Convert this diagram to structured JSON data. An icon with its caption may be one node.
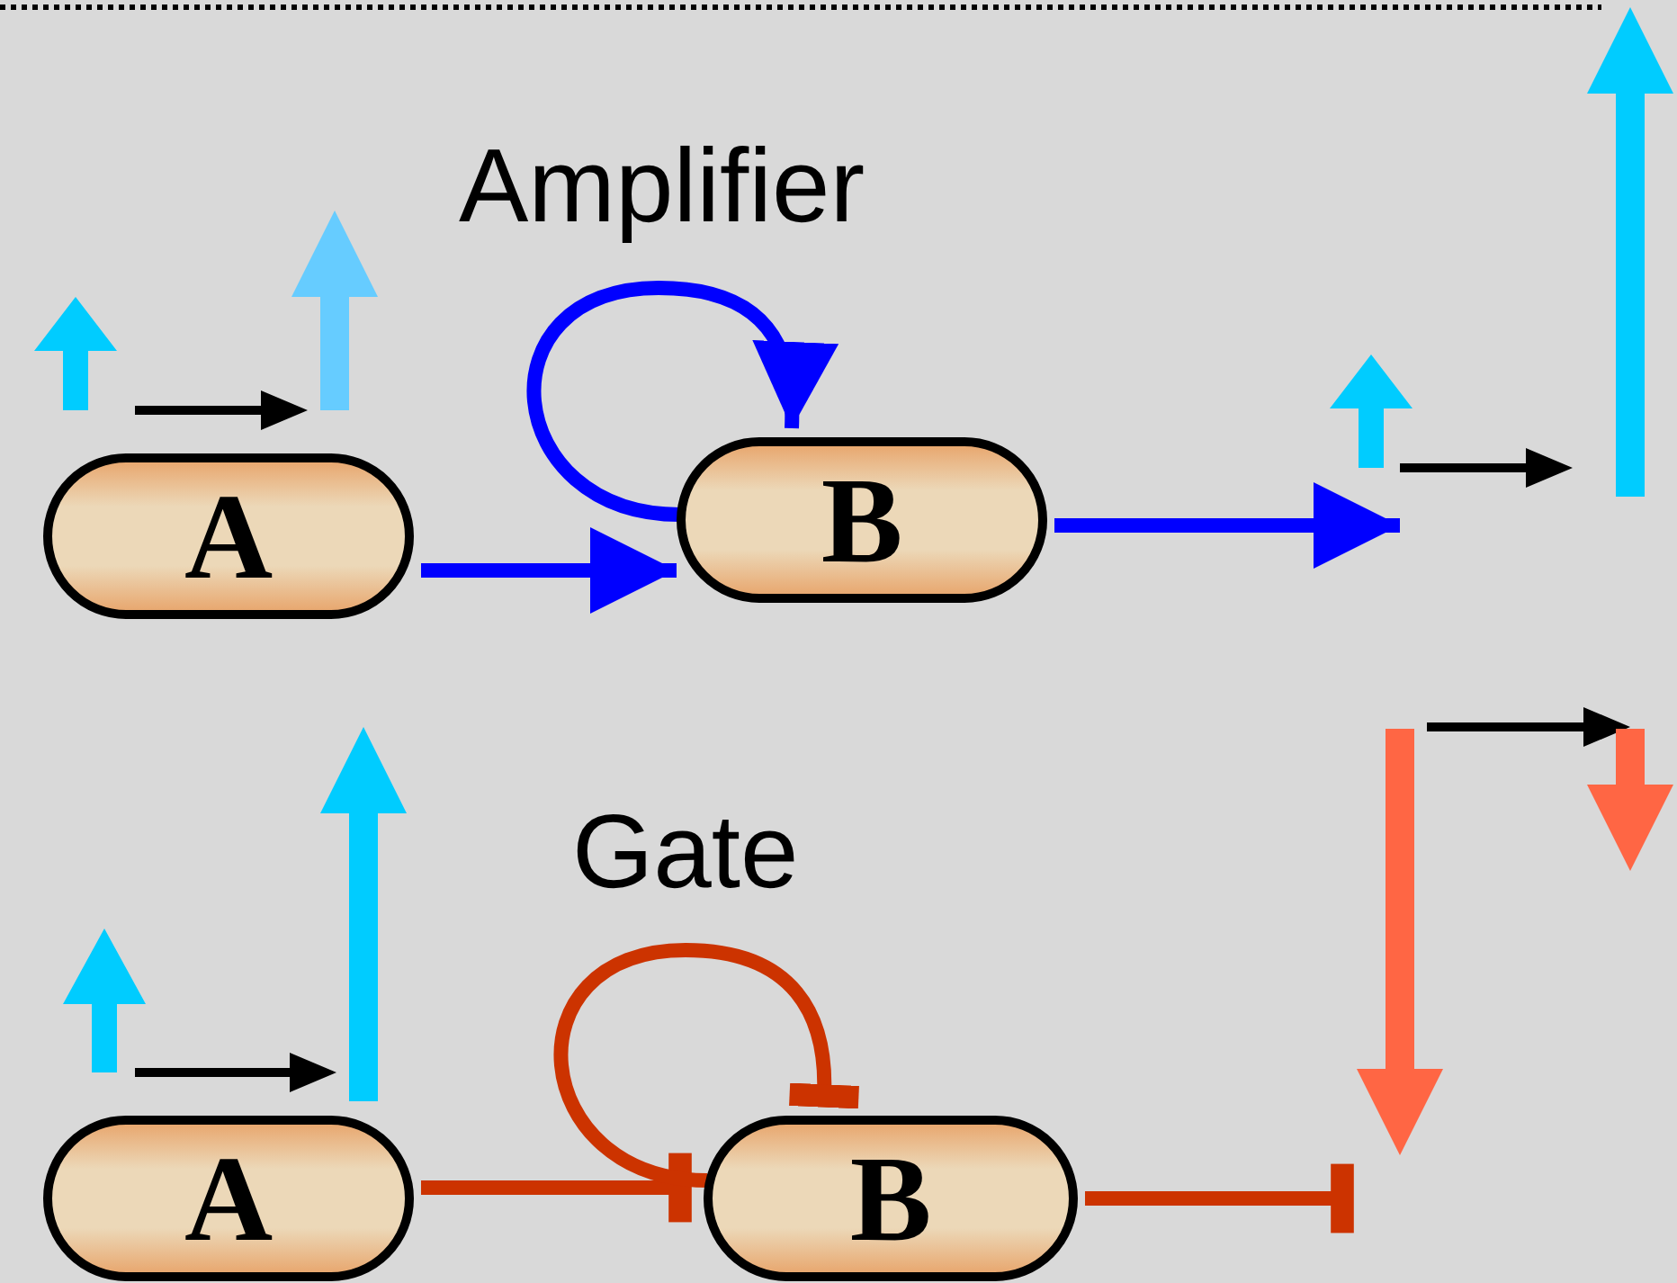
{
  "diagram": {
    "nodes": [
      {
        "text": [
          "A"
        ]
      },
      {
        "text": [
          "B"
        ]
      },
      {
        "text": [
          "A"
        ]
      },
      {
        "text": [
          "B"
        ]
      }
    ],
    "edges": [
      {
        "from": 0,
        "to": 1,
        "arrow": "to",
        "color": "#0000ff"
      },
      {
        "from": 1,
        "to": 1,
        "arrow": "to",
        "color": "#0000ff"
      },
      {
        "from": 1,
        "to": null,
        "arrow": "to",
        "color": "#0000ff"
      },
      {
        "from": 2,
        "to": 3,
        "arrow": "other",
        "color": "#cc3300"
      },
      {
        "from": 3,
        "to": 3,
        "arrow": "other",
        "color": "#cc3300"
      },
      {
        "from": 3,
        "to": null,
        "arrow": "other",
        "color": "#cc3300"
      }
    ],
    "labels": [
      "Amplifier",
      "Gate"
    ]
  }
}
